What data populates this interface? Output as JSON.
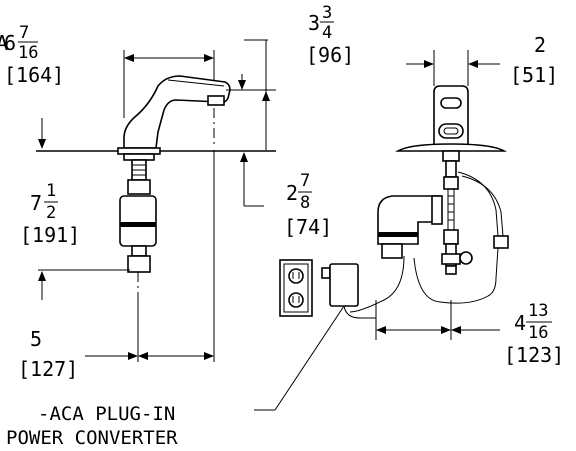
{
  "dimensions": {
    "spout_reach": {
      "whole": "6",
      "num": "7",
      "den": "16",
      "metric": "[164]"
    },
    "spout_height": {
      "whole": "3",
      "num": "3",
      "den": "4",
      "metric": "[96]"
    },
    "body_length": {
      "whole": "7",
      "num": "1",
      "den": "2",
      "metric": "[191]"
    },
    "deck_clearance": {
      "whole": "2",
      "num": "7",
      "den": "8",
      "metric": "[74]"
    },
    "base_width": {
      "whole": "2",
      "metric": "[51]"
    },
    "offset_width": {
      "whole": "5",
      "metric": "[127]"
    },
    "control_width": {
      "whole": "4",
      "num": "13",
      "den": "16",
      "metric": "[123]"
    }
  },
  "callout": {
    "line1": "-ACA PLUG-IN",
    "line2": "POWER CONVERTER"
  },
  "edge_letter": "A"
}
